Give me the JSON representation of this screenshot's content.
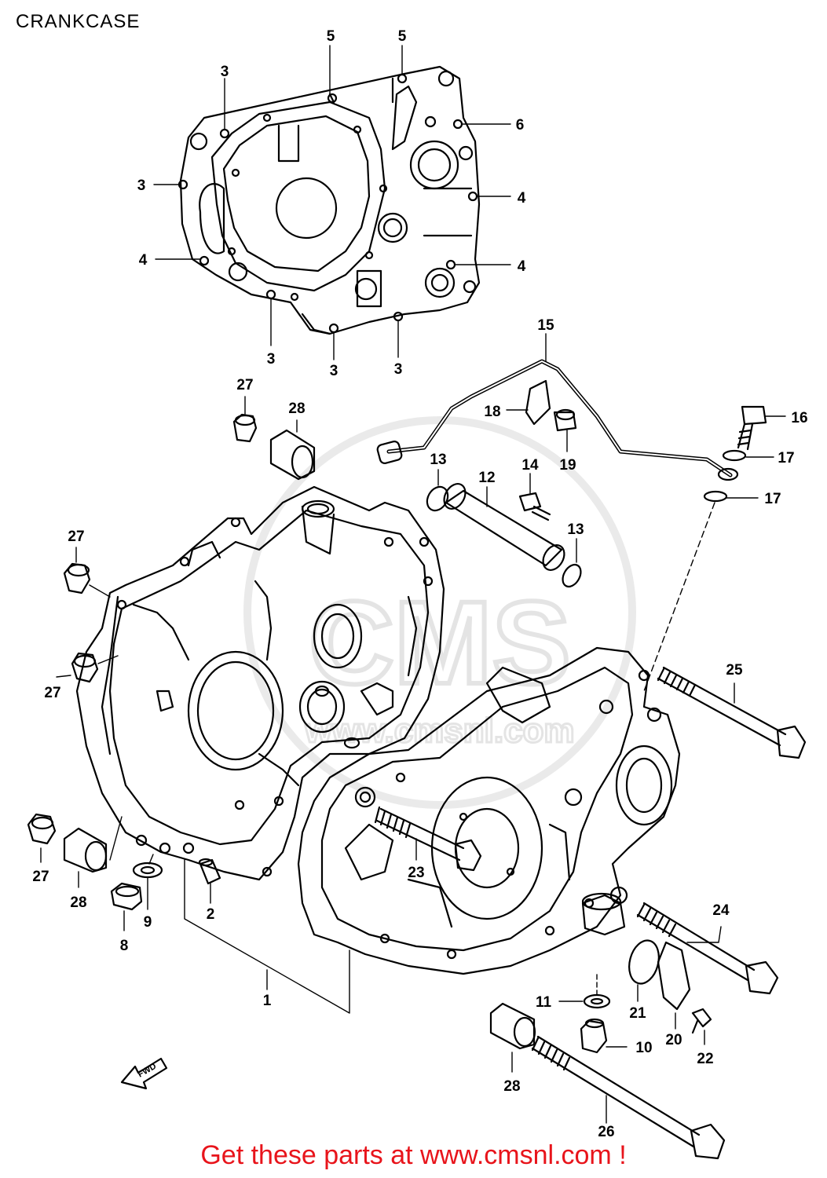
{
  "title": "CRANKCASE",
  "footer_link": "Get these parts at www.cmsnl.com !",
  "watermark": {
    "text": "CMS",
    "subtext": "www.cmsnl.com"
  },
  "fwd_label": "FWD",
  "callouts": [
    {
      "id": "c3a",
      "label": "3"
    },
    {
      "id": "c5a",
      "label": "5"
    },
    {
      "id": "c5b",
      "label": "5"
    },
    {
      "id": "c6",
      "label": "6"
    },
    {
      "id": "c3b",
      "label": "3"
    },
    {
      "id": "c4a",
      "label": "4"
    },
    {
      "id": "c4b",
      "label": "4"
    },
    {
      "id": "c4c",
      "label": "4"
    },
    {
      "id": "c3c",
      "label": "3"
    },
    {
      "id": "c3d",
      "label": "3"
    },
    {
      "id": "c3e",
      "label": "3"
    },
    {
      "id": "c15",
      "label": "15"
    },
    {
      "id": "c16",
      "label": "16"
    },
    {
      "id": "c17a",
      "label": "17"
    },
    {
      "id": "c17b",
      "label": "17"
    },
    {
      "id": "c18",
      "label": "18"
    },
    {
      "id": "c19",
      "label": "19"
    },
    {
      "id": "c27a",
      "label": "27"
    },
    {
      "id": "c28a",
      "label": "28"
    },
    {
      "id": "c13a",
      "label": "13"
    },
    {
      "id": "c12",
      "label": "12"
    },
    {
      "id": "c14",
      "label": "14"
    },
    {
      "id": "c13b",
      "label": "13"
    },
    {
      "id": "c27b",
      "label": "27"
    },
    {
      "id": "c27c",
      "label": "27"
    },
    {
      "id": "c25",
      "label": "25"
    },
    {
      "id": "c27d",
      "label": "27"
    },
    {
      "id": "c28b",
      "label": "28"
    },
    {
      "id": "c9",
      "label": "9"
    },
    {
      "id": "c8",
      "label": "8"
    },
    {
      "id": "c2",
      "label": "2"
    },
    {
      "id": "c23",
      "label": "23"
    },
    {
      "id": "c24",
      "label": "24"
    },
    {
      "id": "c1",
      "label": "1"
    },
    {
      "id": "c11",
      "label": "11"
    },
    {
      "id": "c21",
      "label": "21"
    },
    {
      "id": "c20",
      "label": "20"
    },
    {
      "id": "c22",
      "label": "22"
    },
    {
      "id": "c10",
      "label": "10"
    },
    {
      "id": "c28c",
      "label": "28"
    },
    {
      "id": "c26",
      "label": "26"
    }
  ]
}
